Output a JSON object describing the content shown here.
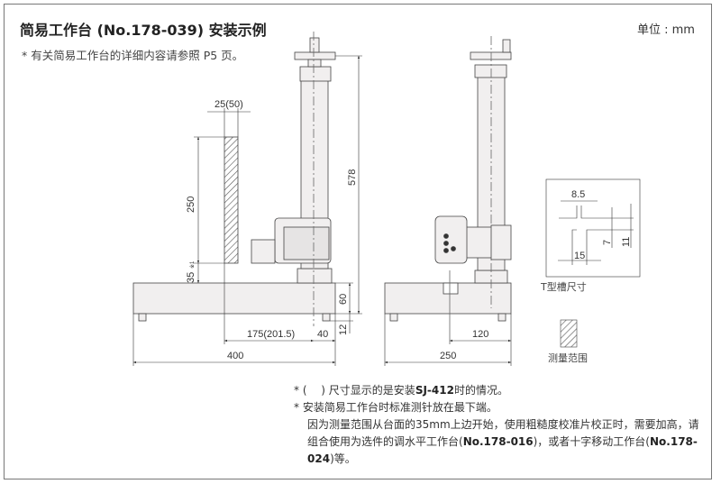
{
  "title": "简易工作台 (No.178-039) 安装示例",
  "subtitle": "* 有关简易工作台的详细内容请参照 P5 页。",
  "unit": "单位 : mm",
  "dims": {
    "d25_50": "25(50)",
    "d250": "250",
    "d35": "35",
    "d35_note": "※1",
    "d578": "578",
    "d60": "60",
    "d12": "12",
    "d175": "175(201.5)",
    "d40": "40",
    "d400": "400",
    "d120": "120",
    "d250w": "250",
    "t85": "8.5",
    "t15": "15",
    "t7": "7",
    "t11": "11"
  },
  "tslot_label": "T型槽尺寸",
  "range_label": "测量范围",
  "notes": {
    "n1_pre": "* (　 ) 尺寸显示的是安装",
    "n1_bold": "SJ-412",
    "n1_post": "时的情况。",
    "n2_line1": "* 安装简易工作台时标准测针放在最下端。",
    "n2_line2": "因为测量范围从台面的35mm上边开始，使用粗糙度校准片校正时，需要加高，请组合使用为选件的调水平工作台(",
    "n2_bold1": "No.178-016",
    "n2_mid": ")，或者十字移动工作台(",
    "n2_bold2": "No.178-024",
    "n2_end": ")等。"
  }
}
